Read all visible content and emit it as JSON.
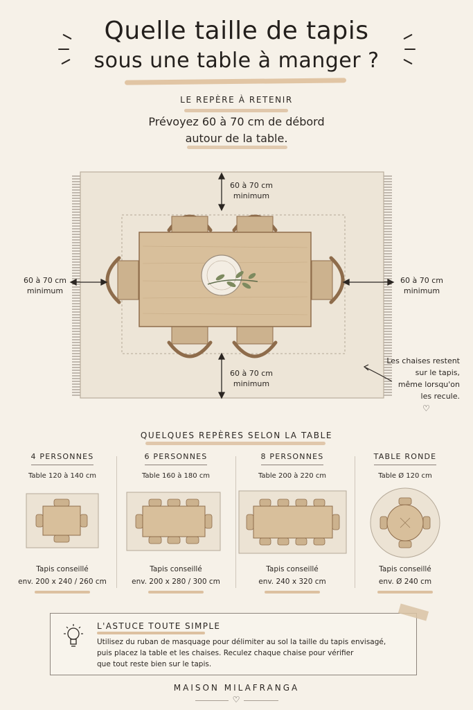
{
  "title": {
    "line1": "Quelle taille de tapis",
    "line2": "sous une table à manger ?"
  },
  "rule": {
    "kicker": "LE REPÈRE À RETENIR",
    "line1": "Prévoyez 60 à 70 cm de débord",
    "line2": "autour de la table."
  },
  "diagram": {
    "top": {
      "line1": "60 à 70 cm",
      "line2": "minimum"
    },
    "bottom": {
      "line1": "60 à 70 cm",
      "line2": "minimum"
    },
    "left": {
      "line1": "60 à 70 cm",
      "line2": "minimum"
    },
    "right": {
      "line1": "60 à 70 cm",
      "line2": "minimum"
    },
    "note": [
      "Les chaises restent",
      "sur le tapis,",
      "même lorsqu'on",
      "les recule."
    ]
  },
  "guide": {
    "title": "QUELQUES REPÈRES SELON LA TABLE",
    "columns": [
      {
        "heading": "4 PERSONNES",
        "size": "Table 120 à 140 cm",
        "rug_label": "Tapis conseillé",
        "rug": "env. 200 x 240 / 260 cm"
      },
      {
        "heading": "6 PERSONNES",
        "size": "Table 160 à 180 cm",
        "rug_label": "Tapis conseillé",
        "rug": "env. 200 x 280 / 300 cm"
      },
      {
        "heading": "8 PERSONNES",
        "size": "Table 200 à 220 cm",
        "rug_label": "Tapis conseillé",
        "rug": "env. 240 x 320 cm"
      },
      {
        "heading": "TABLE RONDE",
        "size": "Table Ø 120 cm",
        "rug_label": "Tapis conseillé",
        "rug": "env. Ø 240 cm"
      }
    ]
  },
  "tip": {
    "title": "L'ASTUCE TOUTE SIMPLE",
    "line1": "Utilisez du ruban de masquage pour délimiter au sol la taille du tapis envisagé,",
    "line2": "puis placez la table et les chaises. Reculez chaque chaise pour vérifier",
    "line3": "que tout reste bien sur le tapis."
  },
  "brand": "MAISON MILAFRANGA",
  "colors": {
    "background": "#f6f1e8",
    "accent": "#dcc0a0",
    "wood": "#d8bf9b",
    "rug": "#eee6d9",
    "ink": "#2b2622"
  }
}
